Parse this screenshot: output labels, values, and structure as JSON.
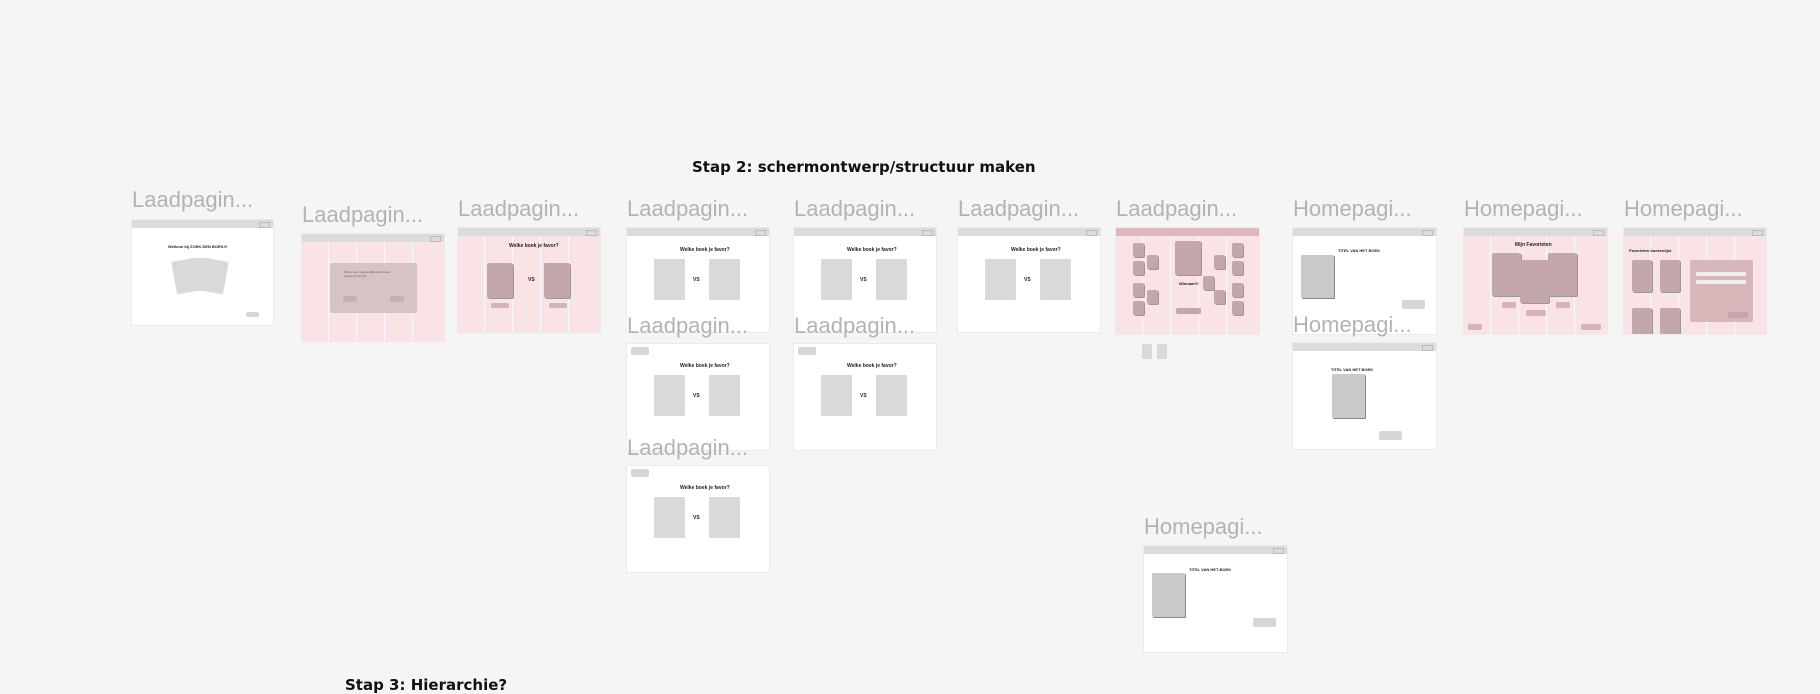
{
  "sections": {
    "step2_title": "Stap 2: schermontwerp/structuur maken",
    "step3_title": "Stap 3: Hierarchie?"
  },
  "frames": {
    "laad1": {
      "label": "Laadpagin...",
      "title": "Welkom bij ZOEK DEN BOEK!!!"
    },
    "laad2": {
      "label": "Laadpagin...",
      "question": "Wat je een ongelooflijk slecht boek gelezen? Oeh jij!"
    },
    "laad3": {
      "label": "Laadpagin...",
      "question": "Welke boek je favor?",
      "vs": "VS"
    },
    "laad4": {
      "label": "Laadpagin...",
      "question": "Welke boek je favor?",
      "vs": "VS"
    },
    "laad5": {
      "label": "Laadpagin...",
      "question": "Welke boek je favor?",
      "vs": "VS"
    },
    "laad6": {
      "label": "Laadpagin...",
      "question": "Welke boek je favor?",
      "vs": "VS"
    },
    "laad7": {
      "label": "Laadpagin...",
      "center": "Winnaar!!!"
    },
    "laad8": {
      "label": "Laadpagin...",
      "question": "Welke boek je favor?",
      "vs": "VS"
    },
    "laad9": {
      "label": "Laadpagin...",
      "question": "Welke boek je favor?",
      "vs": "VS"
    },
    "laad10": {
      "label": "Laadpagin...",
      "question": "Welke boek je favor?",
      "vs": "VS"
    },
    "home1": {
      "label": "Homepagi...",
      "book_title": "TITEL VAN HET BOEK"
    },
    "home2": {
      "label": "Homepagi...",
      "page_title": "Mijn Favorieten"
    },
    "home3": {
      "label": "Homepagi...",
      "page_title": "Favorieten boekenlijst"
    },
    "home4": {
      "label": "Homepagi...",
      "book_title": "TITEL VAN HET BOEK"
    },
    "home5": {
      "label": "Homepagi...",
      "book_title": "TITEL VAN HET BOEK"
    }
  },
  "colors": {
    "canvas": "#f5f5f5",
    "frame": "#ffffff",
    "pink_grid": "#fae3e4",
    "label": "#b3b3b3"
  }
}
